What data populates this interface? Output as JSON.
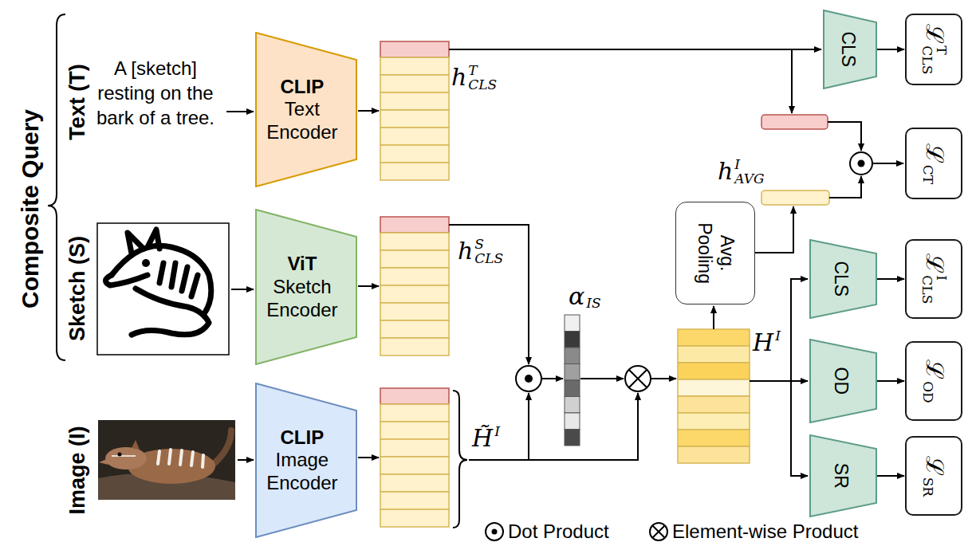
{
  "diagram": {
    "nodes": [
      {
        "text": [
          "CLIP",
          "Text Encoder"
        ]
      },
      {
        "text": [
          "ViT",
          "Sketch Encoder"
        ]
      },
      {
        "text": [
          "CLIP",
          "Image Encoder"
        ]
      },
      {
        "text": [
          "Avg. Pooling"
        ]
      },
      {
        "text": [
          "CLS"
        ]
      },
      {
        "text": [
          "ℒ",
          "T",
          "CLS"
        ]
      },
      {
        "text": [
          "ℒ",
          "CT"
        ]
      },
      {
        "text": [
          "CLS"
        ]
      },
      {
        "text": [
          "ℒ",
          "I",
          "CLS"
        ]
      },
      {
        "text": [
          "OD"
        ]
      },
      {
        "text": [
          "ℒ",
          "OD"
        ]
      },
      {
        "text": [
          "SR"
        ]
      },
      {
        "text": [
          "ℒ",
          "SR"
        ]
      }
    ],
    "edges": [
      {
        "from": 4,
        "to": 5,
        "arrow": "to"
      },
      {
        "from": 7,
        "to": 8,
        "arrow": "to"
      },
      {
        "from": 9,
        "to": 10,
        "arrow": "to"
      },
      {
        "from": 11,
        "to": 12,
        "arrow": "to"
      }
    ],
    "labels": [
      "Composite Query",
      "Text (T)",
      "Sketch (S)",
      "Image (I)",
      "A [sketch] resting on the bark of a tree.",
      "h",
      "T",
      "CLS",
      "h",
      "S",
      "CLS",
      "H̃",
      "I",
      "α",
      "IS",
      "H",
      "I",
      "h",
      "I",
      "AVG"
    ],
    "legend": [
      {
        "text": "Dot Product"
      },
      {
        "text": "Element-wise Product"
      }
    ]
  }
}
